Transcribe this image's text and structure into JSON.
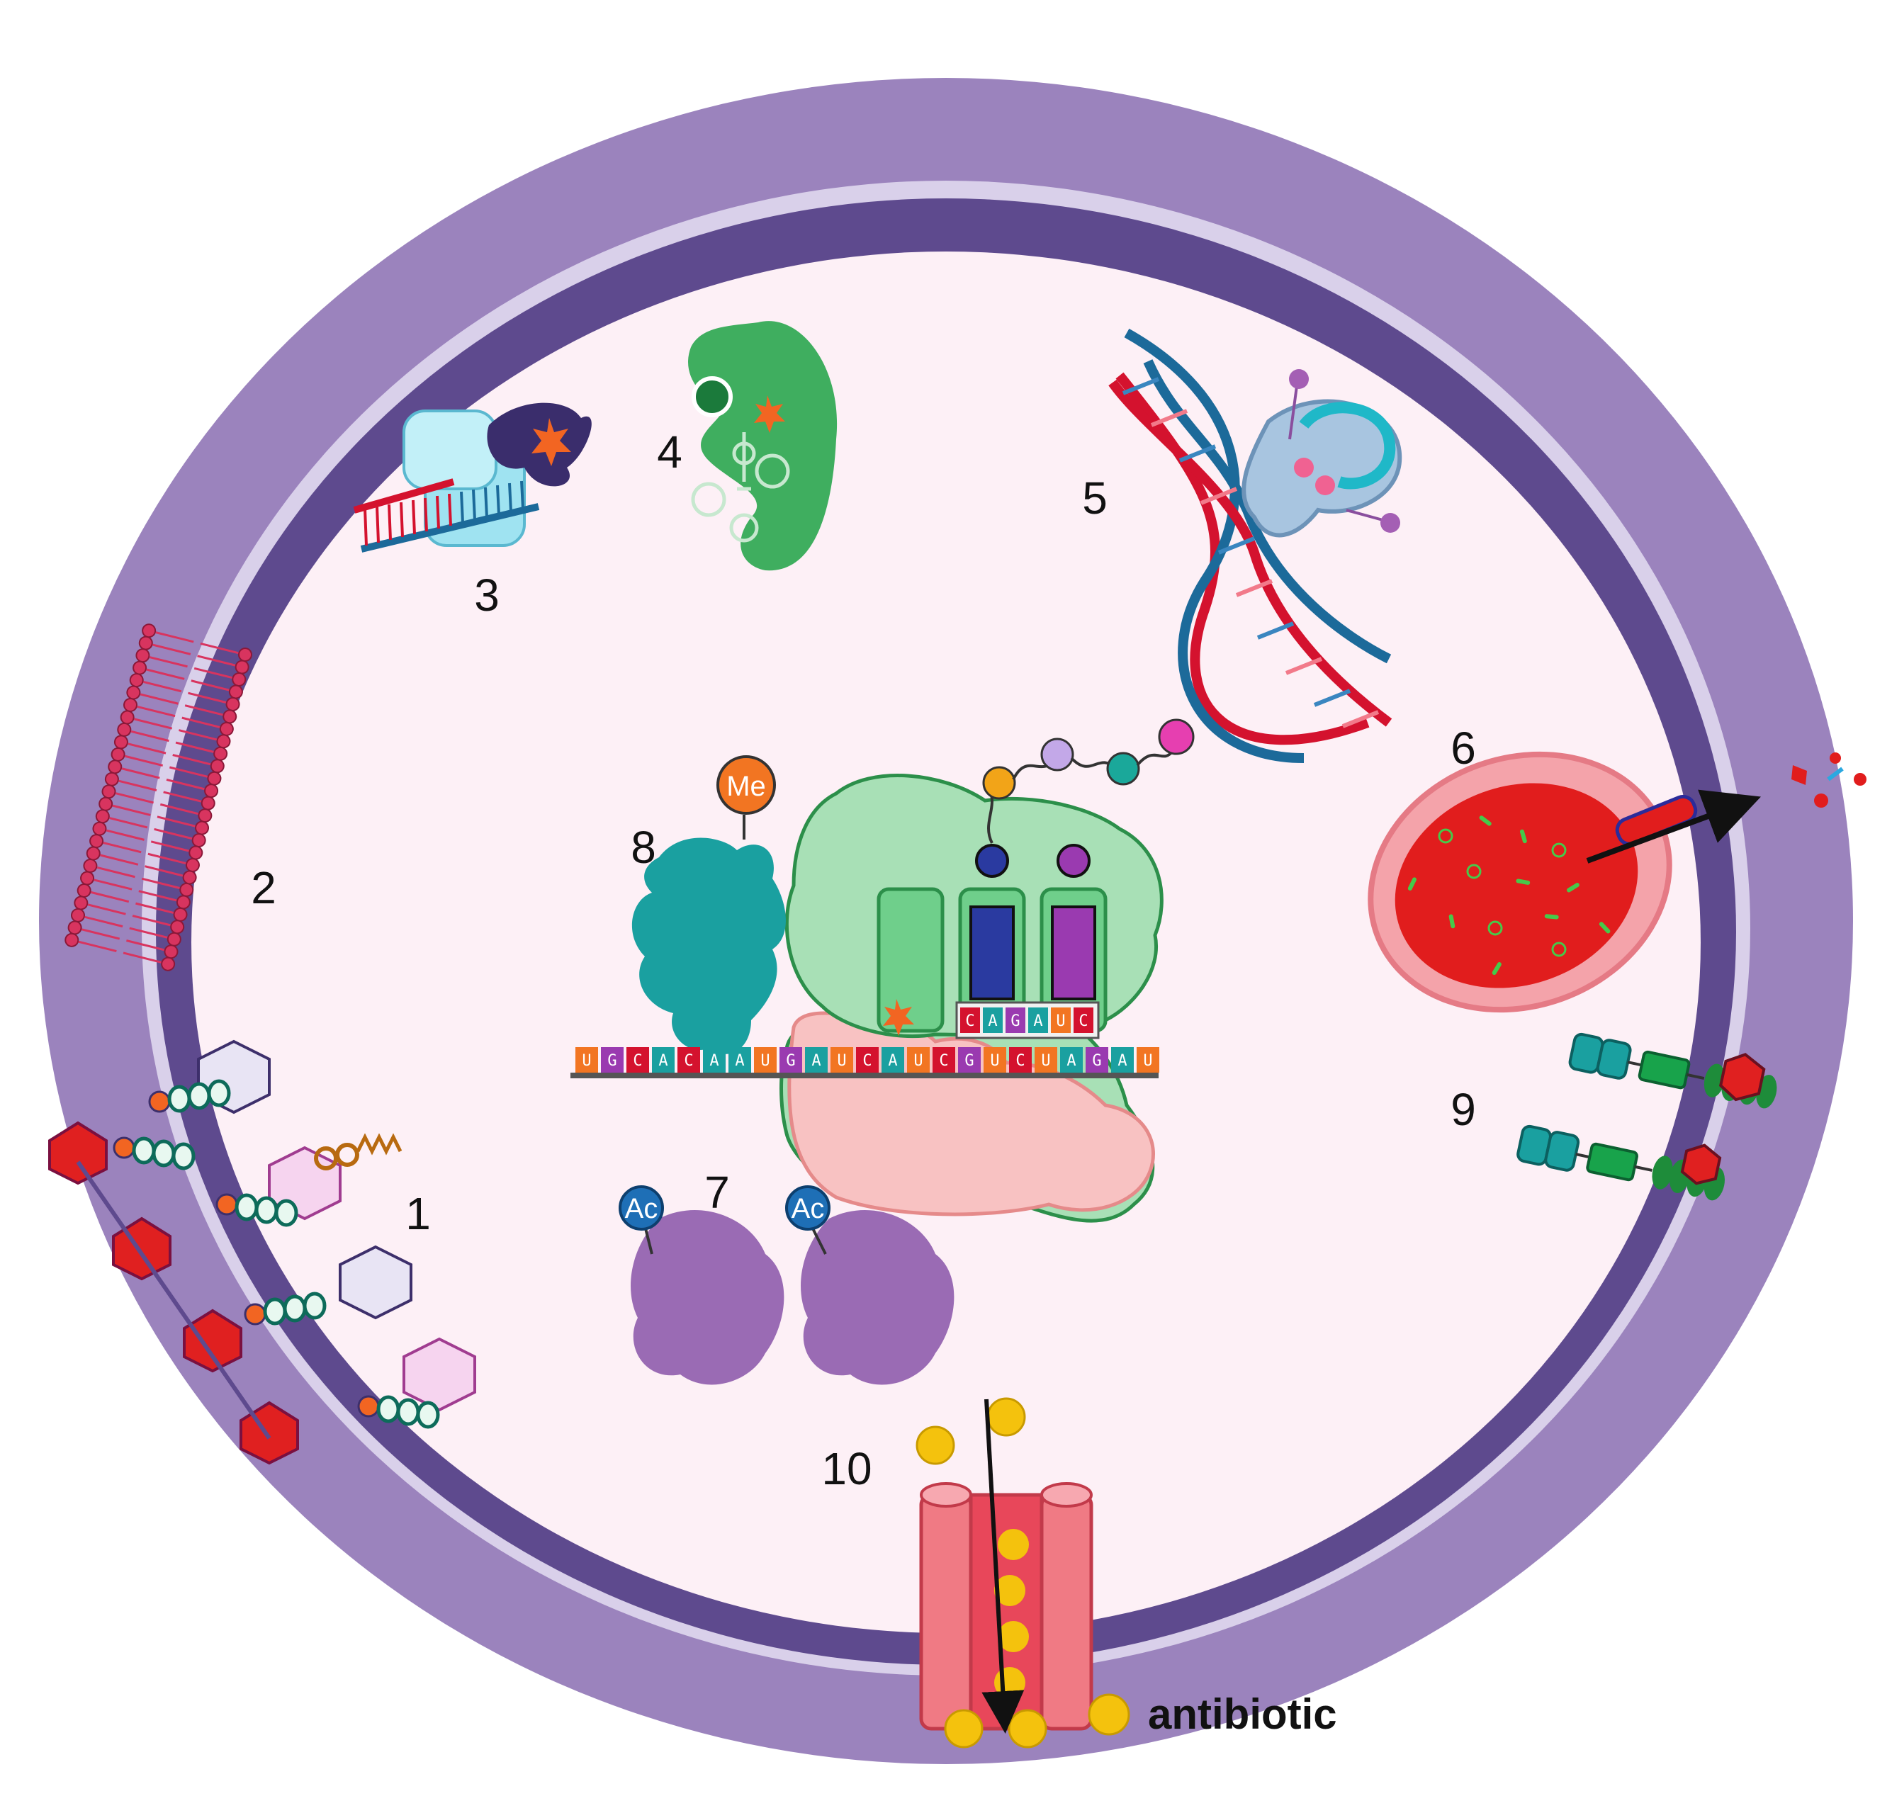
{
  "labels": {
    "n1": "1",
    "n2": "2",
    "n3": "3",
    "n4": "4",
    "n5": "5",
    "n6": "6",
    "n7": "7",
    "n8": "8",
    "n9": "9",
    "n10": "10",
    "antibiotic": "antibiotic"
  },
  "tags": {
    "methyl": "Me",
    "acetyl_left": "Ac",
    "acetyl_right": "Ac"
  },
  "mrna": "UGCACAAUGAUCAUCGUCUAGAU",
  "codons": "CAGAUC",
  "colors": {
    "outer_membrane": "#9b83bd",
    "inner_band": "#5e4a8e",
    "cytoplasm": "#fdf0f6",
    "porin": "#f07a84",
    "antibiotic": "#f4c20d"
  }
}
